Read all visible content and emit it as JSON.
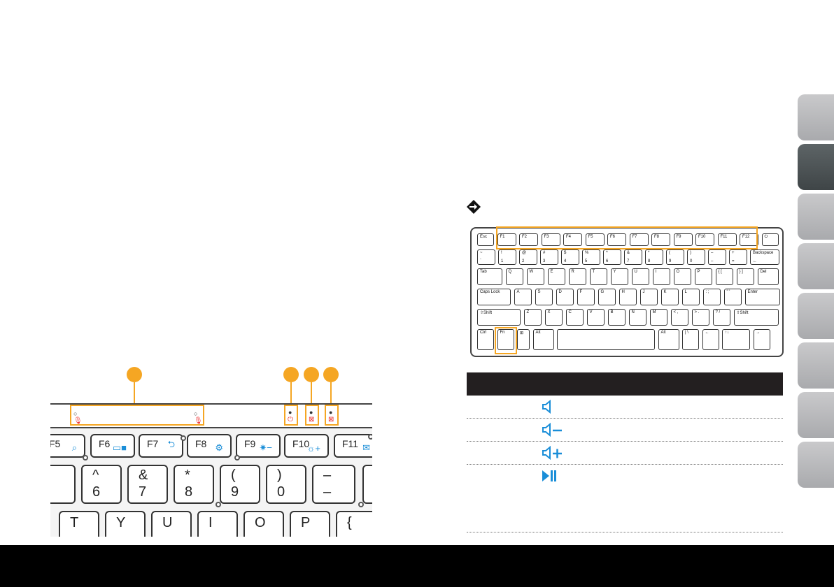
{
  "side_tabs": [
    "",
    "",
    "",
    "",
    "",
    "",
    "",
    "",
    ""
  ],
  "closeup": {
    "fkeys": [
      {
        "label": "F5",
        "icon": "search-icon"
      },
      {
        "label": "F6",
        "icon": "windows-switch-icon"
      },
      {
        "label": "F7",
        "icon": "display-switch-icon"
      },
      {
        "label": "F8",
        "icon": "settings-icon"
      },
      {
        "label": "F9",
        "icon": "brightness-down-icon"
      },
      {
        "label": "F10",
        "icon": "brightness-up-icon"
      },
      {
        "label": "F11",
        "icon": "mail-icon"
      }
    ],
    "num_keys": [
      {
        "top": "^",
        "bottom": "6"
      },
      {
        "top": "&",
        "bottom": "7"
      },
      {
        "top": "*",
        "bottom": "8"
      },
      {
        "top": "(",
        "bottom": "9"
      },
      {
        "top": ")",
        "bottom": "0"
      },
      {
        "top": "–",
        "bottom": "–"
      }
    ],
    "letter_keys": [
      "T",
      "Y",
      "U",
      "I",
      "O",
      "P",
      "{"
    ]
  },
  "keyboard": {
    "row_f": [
      "Esc",
      "F1",
      "F2",
      "F3",
      "F4",
      "F5",
      "F6",
      "F7",
      "F8",
      "F9",
      "F10",
      "F11",
      "F12",
      "⏻"
    ],
    "row_num": [
      {
        "t": "~",
        "b": "`"
      },
      {
        "t": "!",
        "b": "1"
      },
      {
        "t": "@",
        "b": "2"
      },
      {
        "t": "#",
        "b": "3"
      },
      {
        "t": "$",
        "b": "4"
      },
      {
        "t": "%",
        "b": "5"
      },
      {
        "t": "^",
        "b": "6"
      },
      {
        "t": "&",
        "b": "7"
      },
      {
        "t": "*",
        "b": "8"
      },
      {
        "t": "(",
        "b": "9"
      },
      {
        "t": ")",
        "b": "0"
      },
      {
        "t": "–",
        "b": "–"
      },
      {
        "t": "+",
        "b": "="
      },
      {
        "t": "Backspace",
        "b": "←"
      }
    ],
    "row_q": [
      "Tab",
      "Q",
      "W",
      "E",
      "R",
      "T",
      "Y",
      "U",
      "I",
      "O",
      "P",
      "{ [",
      "} ]",
      "Del"
    ],
    "row_a": [
      "Caps Lock",
      "A",
      "S",
      "D",
      "F",
      "G",
      "H",
      "J",
      "K",
      "L",
      ": ;",
      "\" '",
      "Enter"
    ],
    "row_z": [
      "⇧Shift",
      "Z",
      "X",
      "C",
      "V",
      "B",
      "N",
      "M",
      "< ,",
      "> .",
      "? /",
      "⇧Shift"
    ],
    "row_b": [
      "Ctrl",
      "Fn",
      "⊞",
      "Alt",
      "",
      "Alt",
      "| \\",
      "←",
      "↑↓",
      "→"
    ]
  },
  "table": {
    "rows": [
      {
        "icon": "volume-mute-icon"
      },
      {
        "icon": "volume-down-icon"
      },
      {
        "icon": "volume-up-icon"
      },
      {
        "icon": "play-pause-icon"
      }
    ]
  }
}
